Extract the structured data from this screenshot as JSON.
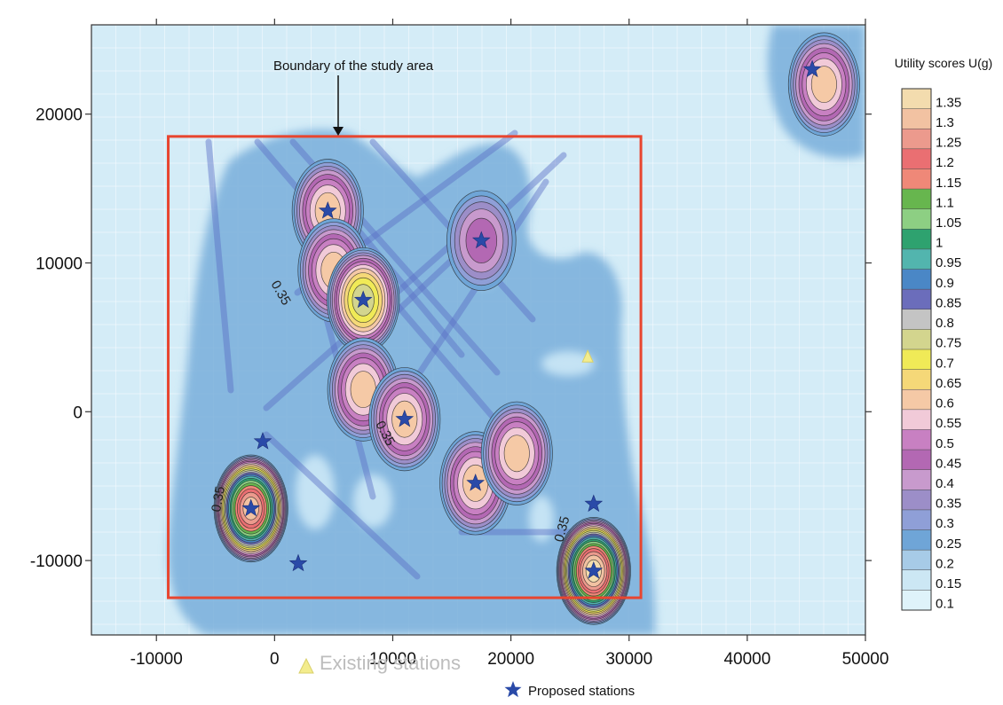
{
  "chart_data": {
    "type": "heatmap",
    "title": "",
    "xlabel": "",
    "ylabel": "",
    "xlim": [
      -15500,
      50000
    ],
    "ylim": [
      -15000,
      26000
    ],
    "x_ticks": [
      -10000,
      0,
      10000,
      20000,
      30000,
      40000,
      50000
    ],
    "y_ticks": [
      -10000,
      0,
      10000,
      20000
    ],
    "x_tick_labels": [
      "-10000",
      "0",
      "10000",
      "20000",
      "30000",
      "40000",
      "50000"
    ],
    "y_tick_labels": [
      "-10000",
      "0",
      "10000",
      "20000"
    ],
    "colorbar": {
      "title": "Utility scores U(g)",
      "labels": [
        "1.35",
        "1.3",
        "1.25",
        "1.2",
        "1.15",
        "1.1",
        "1.05",
        "1",
        "0.95",
        "0.9",
        "0.85",
        "0.8",
        "0.75",
        "0.7",
        "0.65",
        "0.6",
        "0.55",
        "0.5",
        "0.45",
        "0.4",
        "0.35",
        "0.3",
        "0.25",
        "0.2",
        "0.15",
        "0.1"
      ],
      "colors": [
        "#f3dcae",
        "#f2c2a2",
        "#ec9a8d",
        "#ea6f72",
        "#ef8878",
        "#67b64e",
        "#8dcf83",
        "#2ea26f",
        "#52b5ae",
        "#4a87c6",
        "#6b6dbb",
        "#c4c4c4",
        "#d3d58e",
        "#f0ea57",
        "#f5d878",
        "#f5c9a6",
        "#f1cad8",
        "#c880c2",
        "#b368b3",
        "#c89acd",
        "#9c8ec8",
        "#8f9fd7",
        "#6fa5d7",
        "#a7cbe7",
        "#cce7f4",
        "#dff3fa"
      ]
    },
    "annotations": {
      "boundary": "Boundary of the study area",
      "contour_label": "0.35",
      "existing_stations": "Existing stations",
      "proposed_stations": "Proposed stations"
    },
    "study_area": {
      "x": [
        -9000,
        31000
      ],
      "y": [
        -12500,
        18500
      ]
    },
    "proposed_stations": [
      {
        "x": 4500,
        "y": 13500
      },
      {
        "x": 7500,
        "y": 7500
      },
      {
        "x": 17500,
        "y": 11500
      },
      {
        "x": 11000,
        "y": -500
      },
      {
        "x": 17000,
        "y": -4800
      },
      {
        "x": -1000,
        "y": -2000
      },
      {
        "x": -2000,
        "y": -6500
      },
      {
        "x": 2000,
        "y": -10200
      },
      {
        "x": 27000,
        "y": -6200
      },
      {
        "x": 27000,
        "y": -10700
      },
      {
        "x": 45500,
        "y": 23000
      }
    ],
    "existing_stations": [
      {
        "x": 26500,
        "y": 3700
      }
    ],
    "hotspots": [
      {
        "x": 4500,
        "y": 13500,
        "peak": 0.6
      },
      {
        "x": 5000,
        "y": 9500,
        "peak": 0.6
      },
      {
        "x": 7500,
        "y": 7500,
        "peak": 0.75
      },
      {
        "x": 7500,
        "y": 1500,
        "peak": 0.6
      },
      {
        "x": 11000,
        "y": -500,
        "peak": 0.6
      },
      {
        "x": 17500,
        "y": 11500,
        "peak": 0.45
      },
      {
        "x": 17000,
        "y": -4800,
        "peak": 0.6
      },
      {
        "x": 20500,
        "y": -2800,
        "peak": 0.6
      },
      {
        "x": -2000,
        "y": -6500,
        "peak": 1.3
      },
      {
        "x": 27000,
        "y": -10700,
        "peak": 1.35
      },
      {
        "x": 46500,
        "y": 22000,
        "peak": 0.6
      }
    ]
  }
}
